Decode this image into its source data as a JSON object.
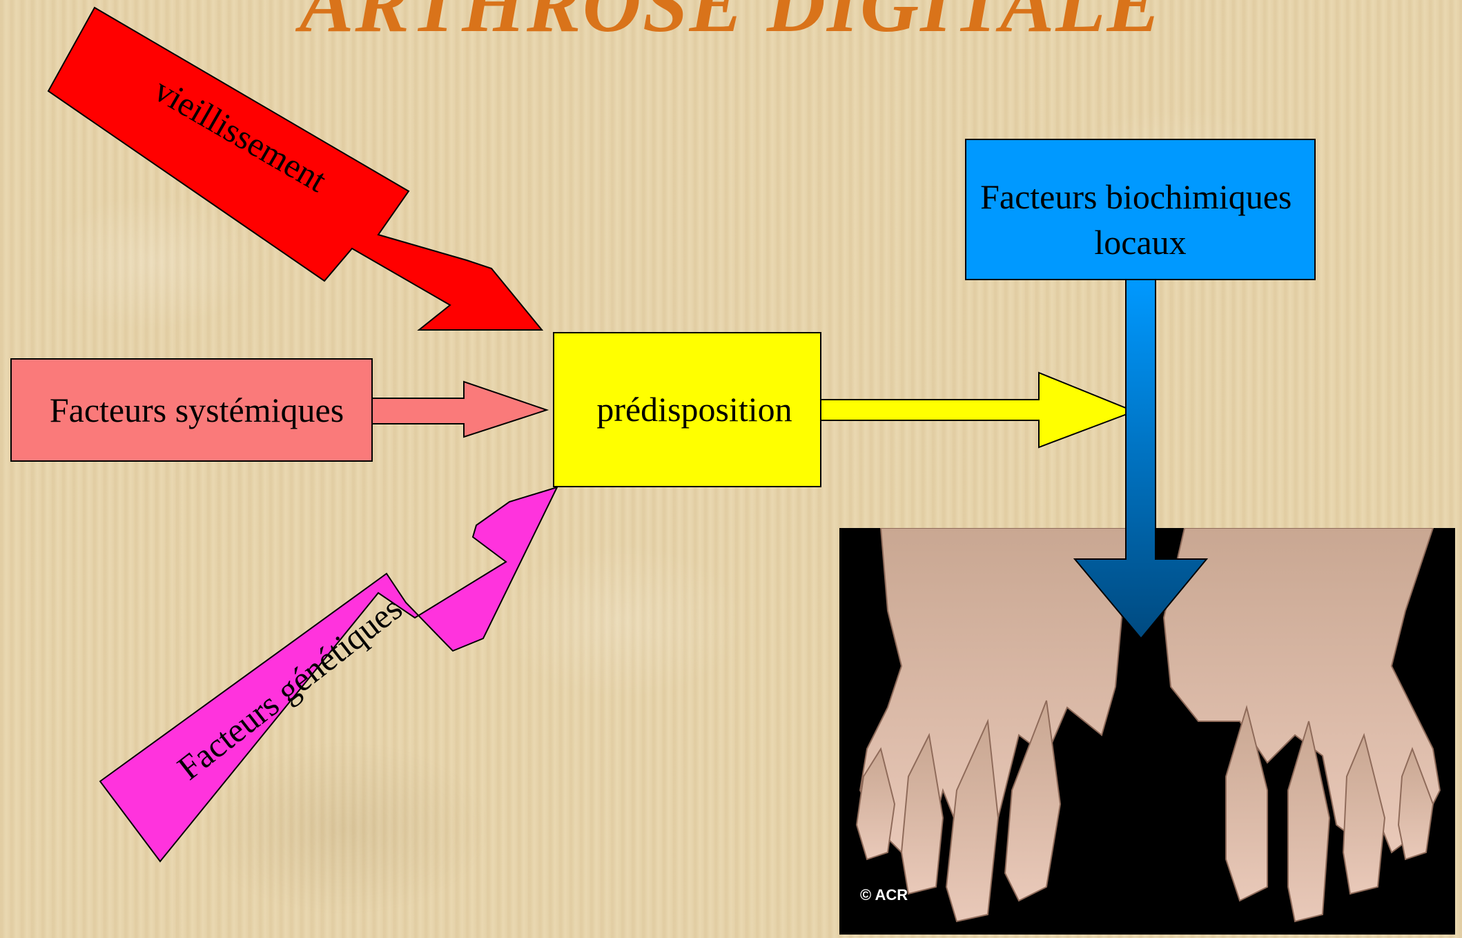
{
  "title": "ARTHROSE DIGITALE",
  "nodes": {
    "vieillissement": "vieillissement",
    "facteurs_systemiques": "Facteurs systémiques",
    "predisposition": "prédisposition",
    "facteurs_genetiques": "Facteurs génétiques",
    "facteurs_biochimiques": [
      "Facteurs biochimiques",
      "locaux"
    ]
  },
  "photo": {
    "subject": "hands-with-digital-osteoarthritis",
    "credit": "© ACR"
  },
  "colors": {
    "title": "#d9731a",
    "vieillissement": "#ff0000",
    "facteurs_systemiques": "#fa7a7a",
    "predisposition": "#ffff00",
    "facteurs_genetiques": "#ff33dd",
    "facteurs_biochimiques": "#0099ff",
    "arrow_gradient_bottom": "#004a80"
  }
}
